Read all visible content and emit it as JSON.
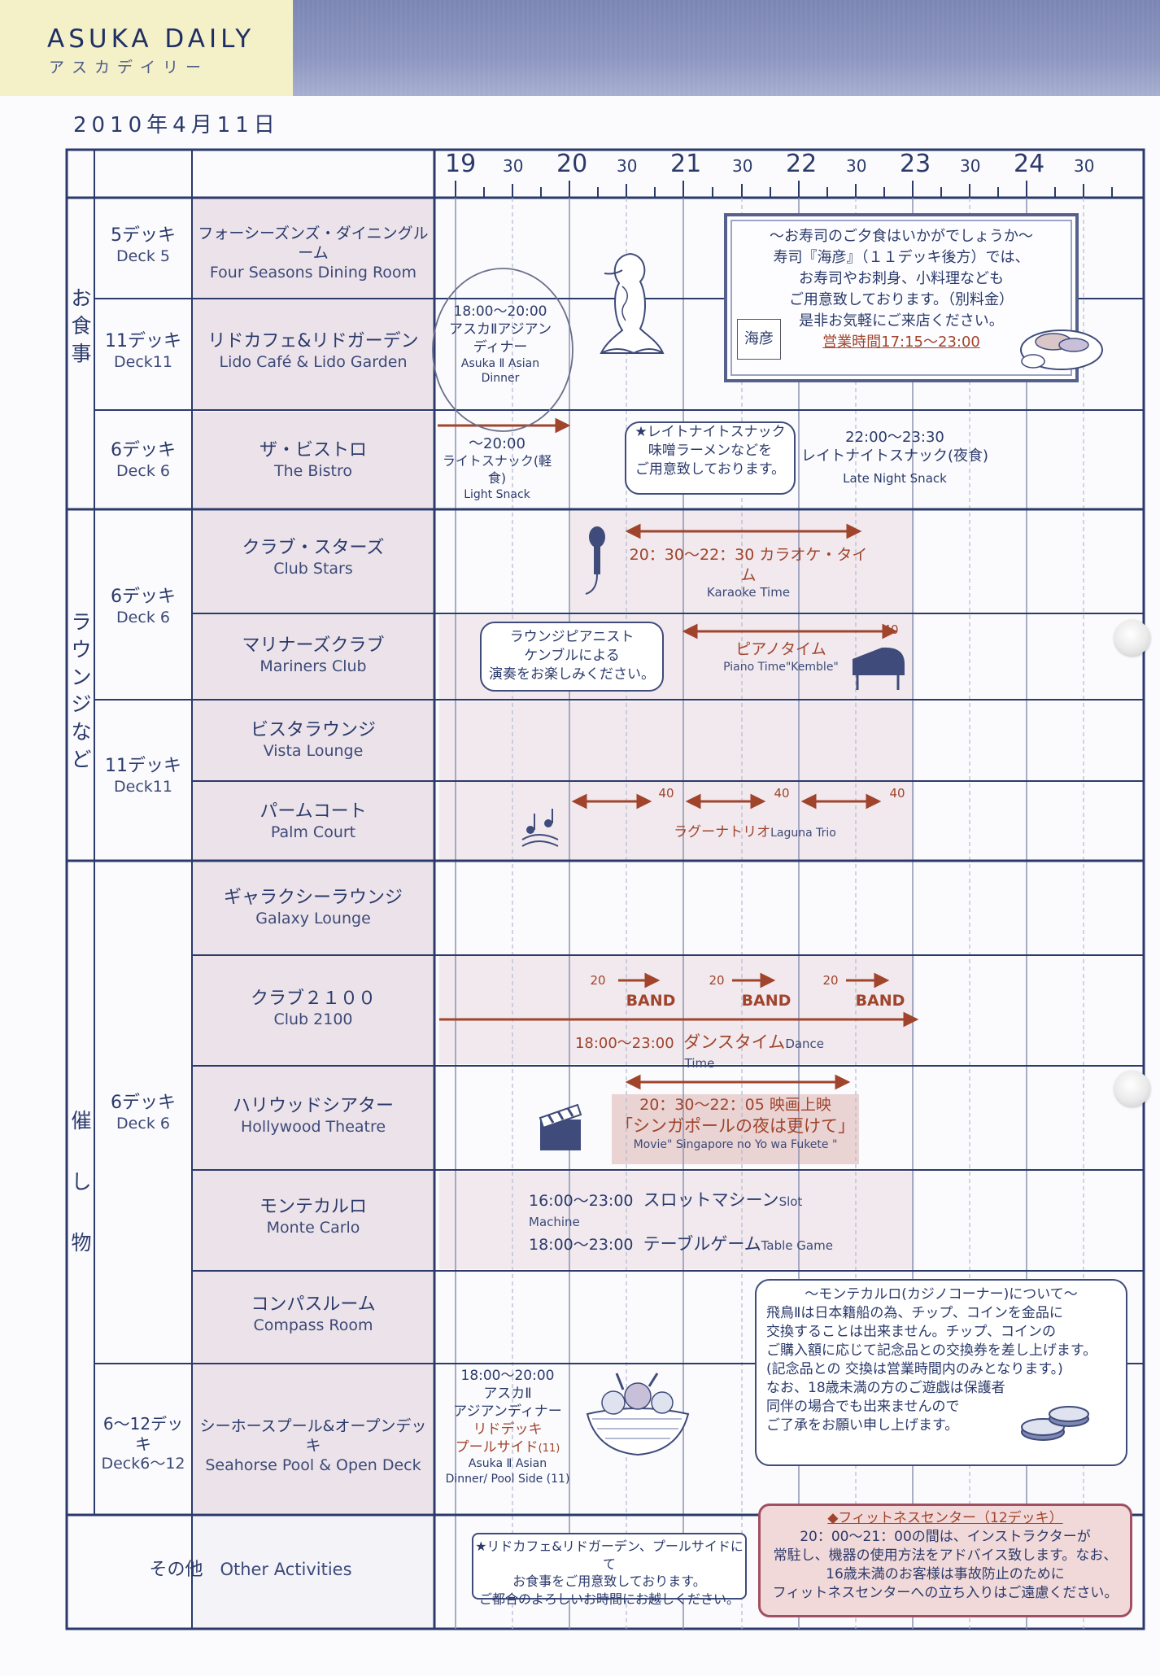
{
  "brand": {
    "title": "ASUKA DAILY",
    "subtitle": "アスカデイリー"
  },
  "date": "2010年4月11日",
  "time_header": {
    "hours": [
      "19",
      "20",
      "21",
      "22",
      "23",
      "24"
    ],
    "half": "30"
  },
  "categories": {
    "dining": [
      "お",
      "食",
      "事"
    ],
    "lounge": [
      "ラ",
      "ウ",
      "ン",
      "ジ",
      "な",
      "ど"
    ],
    "events": [
      "催",
      "し",
      "物"
    ]
  },
  "decks": {
    "d5": {
      "jp": "5デッキ",
      "en": "Deck 5"
    },
    "d11a": {
      "jp": "11デッキ",
      "en": "Deck11"
    },
    "d6a": {
      "jp": "6デッキ",
      "en": "Deck 6"
    },
    "d6b": {
      "jp": "6デッキ",
      "en": "Deck 6"
    },
    "d11b": {
      "jp": "11デッキ",
      "en": "Deck11"
    },
    "d6c": {
      "jp": "6デッキ",
      "en": "Deck 6"
    },
    "d612": {
      "jp": "6〜12デッキ",
      "en": "Deck6〜12"
    }
  },
  "venues": {
    "four_seasons": {
      "jp": "フォーシーズンズ・ダイニングルーム",
      "en": "Four Seasons Dining Room"
    },
    "lido": {
      "jp": "リドカフェ&リドガーデン",
      "en": "Lido Café & Lido Garden"
    },
    "bistro": {
      "jp": "ザ・ビストロ",
      "en": "The Bistro"
    },
    "club_stars": {
      "jp": "クラブ・スターズ",
      "en": "Club Stars"
    },
    "mariners": {
      "jp": "マリナーズクラブ",
      "en": "Mariners Club"
    },
    "vista": {
      "jp": "ビスタラウンジ",
      "en": "Vista Lounge"
    },
    "palm": {
      "jp": "パームコート",
      "en": "Palm Court"
    },
    "galaxy": {
      "jp": "ギャラクシーラウンジ",
      "en": "Galaxy Lounge"
    },
    "club2100": {
      "jp": "クラブ２１００",
      "en": "Club 2100"
    },
    "hollywood": {
      "jp": "ハリウッドシアター",
      "en": "Hollywood Theatre"
    },
    "monte": {
      "jp": "モンテカルロ",
      "en": "Monte Carlo"
    },
    "compass": {
      "jp": "コンパスルーム",
      "en": "Compass Room"
    },
    "seahorse": {
      "jp": "シーホースプール&オープンデッキ",
      "en": "Seahorse Pool & Open Deck"
    },
    "other": {
      "jp": "その他",
      "en": "Other Activities"
    }
  },
  "events": {
    "asian_dinner": {
      "time": "18:00〜20:00",
      "jp1": "アスカⅡアジアン",
      "jp2": "ディナー",
      "en1": "Asuka Ⅱ Asian",
      "en2": "Dinner"
    },
    "light_snack": {
      "time": "〜20:00",
      "jp": "ライトスナック(軽食)",
      "en": "Light Snack"
    },
    "late_snack_bubble": {
      "title": "★レイトナイトスナック",
      "l1": "味噌ラーメンなどを",
      "l2": "ご用意致しております。"
    },
    "late_snack": {
      "time": "22:00〜23:30",
      "jp": "レイトナイトスナック(夜食)",
      "en": "Late Night Snack"
    },
    "karaoke": {
      "jp": "20：30〜22：30 カラオケ・タイム",
      "en": "Karaoke Time"
    },
    "pianist_bubble": {
      "l1": "ラウンジピアニスト",
      "l2": "ケンブルによる",
      "l3": "演奏をお楽しみください。"
    },
    "piano": {
      "jp": "ピアノタイム",
      "en": "Piano Time\"Kemble\"",
      "num": "40"
    },
    "laguna": {
      "jp": "ラグーナトリオ",
      "en": "Laguna Trio",
      "nums": [
        "40",
        "40",
        "40"
      ]
    },
    "band": {
      "label": "BAND",
      "nums": [
        "20",
        "20",
        "20"
      ]
    },
    "dance": {
      "time": "18:00〜23:00",
      "jp": "ダンスタイム",
      "en": "Dance Time"
    },
    "movie": {
      "time": "20：30〜22：05 映画上映",
      "title": "「シンガポールの夜は更けて」",
      "en": "Movie\" Singapore no Yo wa Fukete \""
    },
    "slot": {
      "time": "16:00〜23:00",
      "jp": "スロットマシーン",
      "en": "Slot Machine"
    },
    "table": {
      "time": "18:00〜23:00",
      "jp": "テーブルゲーム",
      "en": "Table Game"
    },
    "pool_dinner": {
      "time": "18:00〜20:00",
      "l1": "アスカⅡ",
      "l2": "アジアンディナー",
      "l3": "リドデッキ",
      "l4": "プールサイド",
      "l4b": "(11)",
      "en1": "Asuka Ⅱ Asian",
      "en2": "Dinner/ Pool Side (11)"
    }
  },
  "sushi": {
    "title": "〜お寿司のご夕食はいかがでしょうか〜",
    "l1": "寿司『海彦』（１１デッキ後方）では、",
    "l2": "お寿司やお刺身、小料理なども",
    "l3": "ご用意致しております。（別料金）",
    "l4": "是非お気軽にご来店ください。",
    "hours": "営業時間17:15〜23:00",
    "logo": "海彦"
  },
  "casino_note": {
    "title": "〜モンテカルロ(カジノコーナー)について〜",
    "lines": [
      "飛鳥Ⅱは日本籍船の為、チップ、コインを金品に",
      "交換することは出来ません。チップ、コインの",
      "ご購入額に応じて記念品との交換券を差し上げます。",
      "(記念品との 交換は営業時間内のみとなります。)",
      "なお、18歳未満の方のご遊戯は保護者",
      "同伴の場合でも出来ませんので",
      "ご了承をお願い申し上げます。"
    ]
  },
  "other_note": {
    "l1": "★リドカフェ&リドガーデン、プールサイドにて",
    "l2": "お食事をご用意致しております。",
    "l3": "ご都合のよろしいお時間にお越しください。"
  },
  "fitness": {
    "title": "◆フィットネスセンター（12デッキ）",
    "lines": [
      "20：00〜21：00の間は、インストラクターが",
      "常駐し、機器の使用方法をアドバイス致します。なお、",
      "16歳未満のお客様は事故防止のために",
      "フィットネスセンターへの立ち入りはご遠慮ください。"
    ]
  },
  "colors": {
    "navy": "#2b3a6b",
    "accent_red": "#a0442c",
    "venue_pink": "#ece3ea",
    "header_band": "#8c96c0",
    "brand_bg": "#f4f1c8"
  }
}
